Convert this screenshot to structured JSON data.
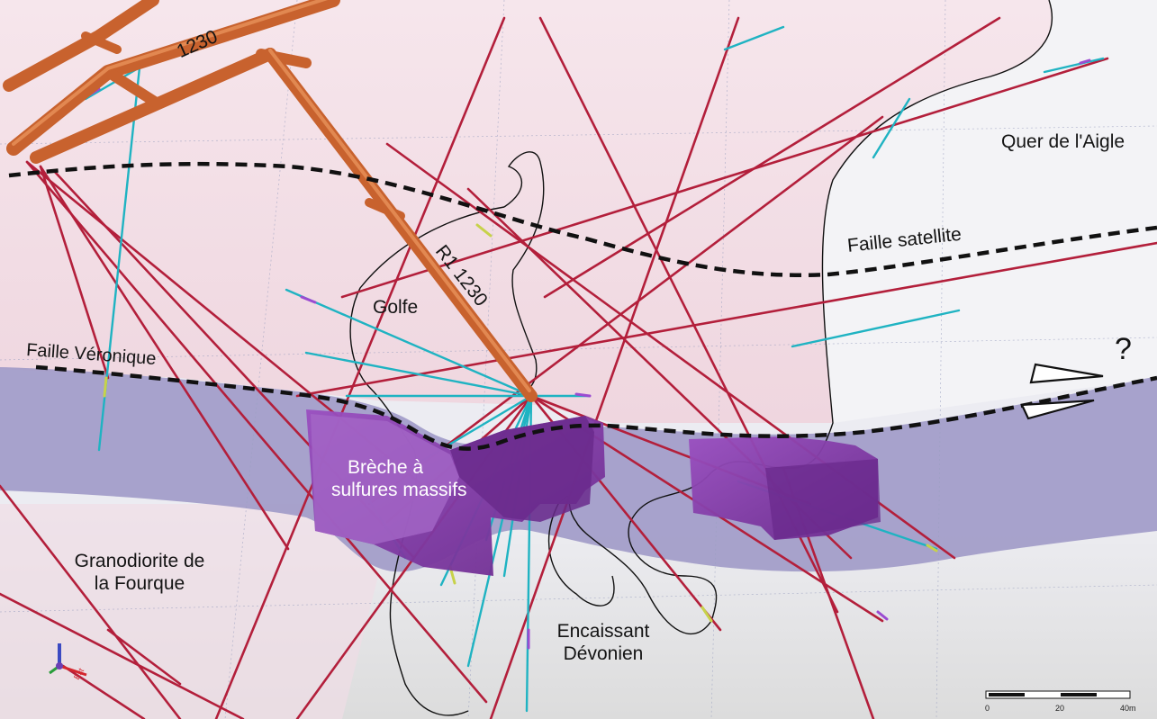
{
  "labels": {
    "quer_aigle": "Quer de l'Aigle",
    "faille_satellite": "Faille satellite",
    "faille_veronique": "Faille Véronique",
    "question": "?",
    "golfe": "Golfe",
    "gallery_1230": "1230",
    "ramp_r1": "R1 1230",
    "breche_line1": "Brèche à",
    "breche_line2": "sulfures massifs",
    "granodiorite_line1": "Granodiorite de",
    "granodiorite_line2": "la Fourque",
    "encaissant_line1": "Encaissant",
    "encaissant_line2": "Dévonien"
  },
  "scale_bar": {
    "ticks": [
      "0",
      "20",
      "40m"
    ]
  },
  "axis_triad": {
    "east_label": "Est"
  },
  "colors": {
    "granodiorite_zone": "#f1dfe6",
    "encaissant_zone": "#dcdcdc",
    "fault_band": "#9d97c6",
    "orebody": "#7b3a9e",
    "gallery": "#c8622e",
    "drillhole_red": "#b31f3b",
    "drillhole_cyan": "#1fb3c2",
    "fault_line": "#111111"
  }
}
